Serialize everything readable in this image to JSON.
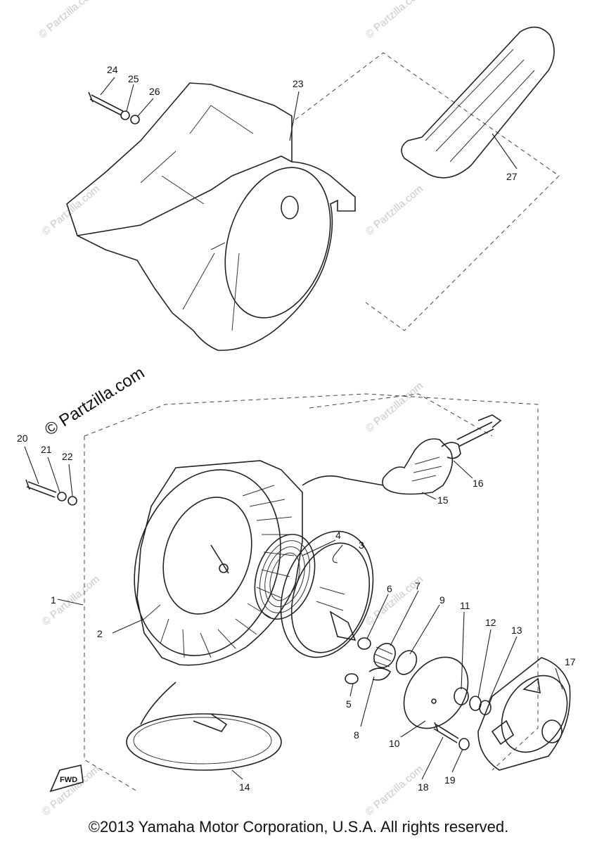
{
  "watermark_small": "© Partzilla.com",
  "watermark_large": "© Partzilla.com",
  "fwd_tag": "FWD",
  "copyright": "©2013  Yamaha Motor Corporation, U.S.A. All rights reserved.",
  "callouts": [
    "1",
    "2",
    "3",
    "4",
    "5",
    "6",
    "7",
    "8",
    "9",
    "10",
    "11",
    "12",
    "13",
    "14",
    "15",
    "16",
    "17",
    "18",
    "19",
    "20",
    "21",
    "22",
    "23",
    "24",
    "25",
    "26",
    "27"
  ]
}
